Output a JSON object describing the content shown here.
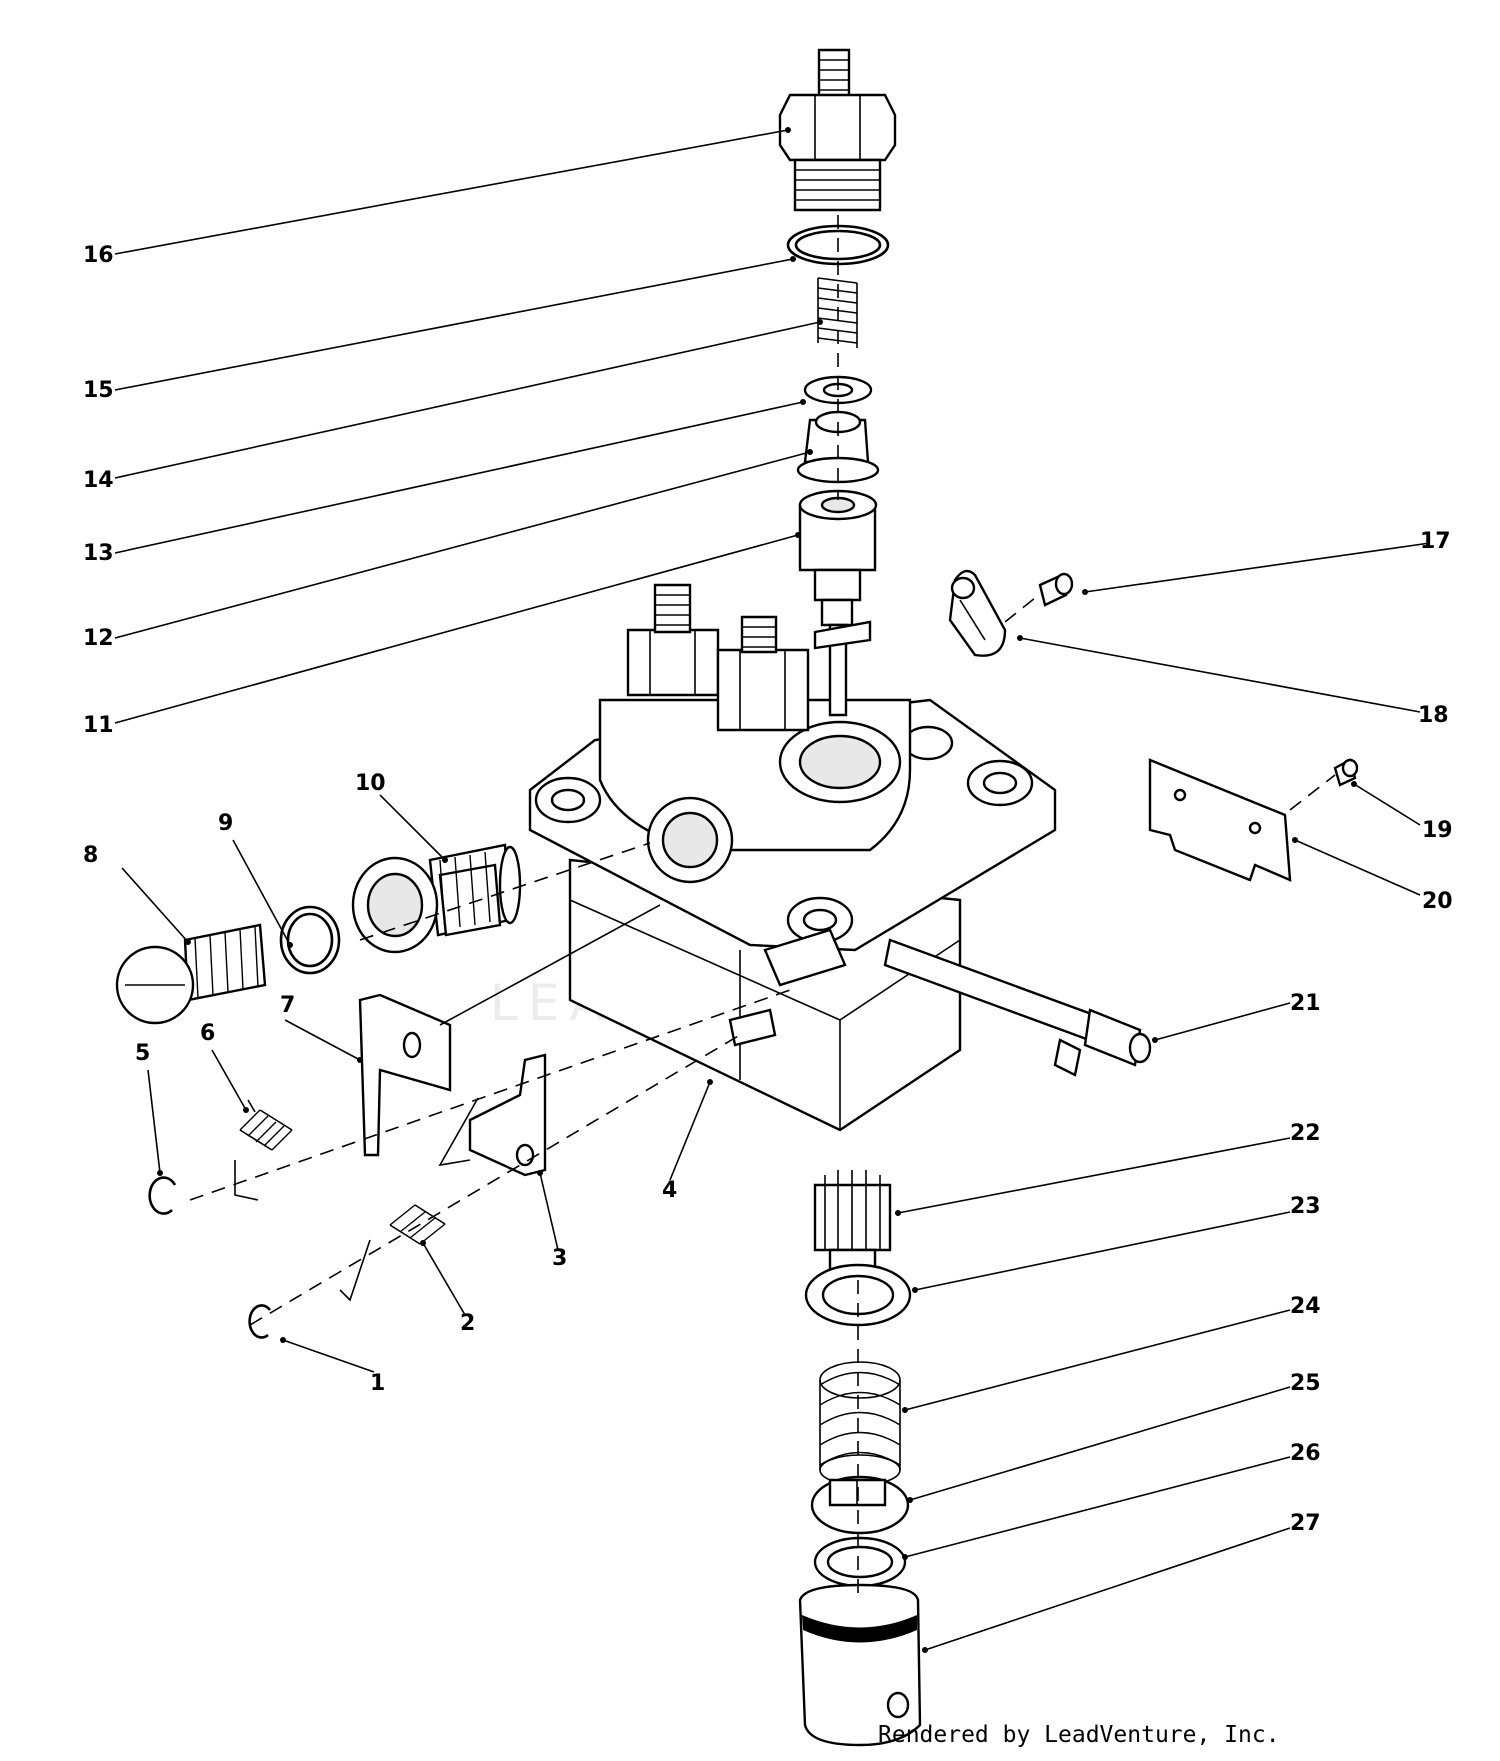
{
  "diagram": {
    "callouts": [
      "1",
      "2",
      "3",
      "4",
      "5",
      "6",
      "7",
      "8",
      "9",
      "10",
      "11",
      "12",
      "13",
      "14",
      "15",
      "16",
      "17",
      "18",
      "19",
      "20",
      "21",
      "22",
      "23",
      "24",
      "25",
      "26",
      "27"
    ]
  },
  "watermark": "LEADVENTURE",
  "footer": {
    "credit": "Rendered by LeadVenture, Inc."
  }
}
